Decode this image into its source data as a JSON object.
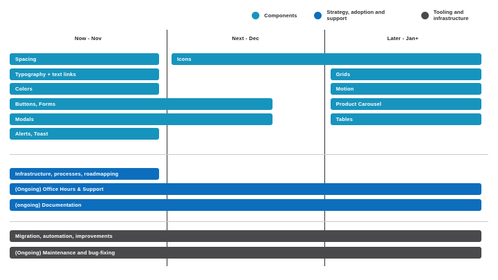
{
  "legend": {
    "items": [
      {
        "label": "Components",
        "color": "#1794be"
      },
      {
        "label": "Strategy, adoption and support",
        "color": "#0d6ebd"
      },
      {
        "label": "Tooling and infrastructure",
        "color": "#4a4a4d"
      }
    ]
  },
  "columns": [
    {
      "label": "Now - Nov"
    },
    {
      "label": "Next - Dec"
    },
    {
      "label": "Later - Jan+"
    }
  ],
  "chart_data": {
    "type": "bar",
    "subtype": "gantt-roadmap",
    "title": "",
    "x_axis": {
      "columns": [
        "Now - Nov",
        "Next - Dec",
        "Later - Jan+"
      ],
      "range": [
        0,
        3
      ]
    },
    "legend_position": "top",
    "grid": "column-dividers",
    "groups": [
      {
        "name": "Components",
        "color": "#1794be",
        "bars": [
          {
            "label": "Spacing",
            "row": 0,
            "start": 0,
            "end": 0.95
          },
          {
            "label": "Icons",
            "row": 0,
            "start": 1.03,
            "end": 3
          },
          {
            "label": "Typography + text links",
            "row": 1,
            "start": 0,
            "end": 0.95
          },
          {
            "label": "Grids",
            "row": 1,
            "start": 2.04,
            "end": 3
          },
          {
            "label": "Colors",
            "row": 2,
            "start": 0,
            "end": 0.95
          },
          {
            "label": "Motion",
            "row": 2,
            "start": 2.04,
            "end": 3
          },
          {
            "label": "Buttons, Forms",
            "row": 3,
            "start": 0,
            "end": 1.67
          },
          {
            "label": "Product Carousel",
            "row": 3,
            "start": 2.04,
            "end": 3
          },
          {
            "label": "Modals",
            "row": 4,
            "start": 0,
            "end": 1.67
          },
          {
            "label": "Tables",
            "row": 4,
            "start": 2.04,
            "end": 3
          },
          {
            "label": "Alerts, Toast",
            "row": 5,
            "start": 0,
            "end": 0.95
          }
        ]
      },
      {
        "name": "Strategy, adoption and support",
        "color": "#0d6ebd",
        "bars": [
          {
            "label": "Infrastructure, processes, roadmapping",
            "row": 6,
            "start": 0,
            "end": 0.95
          },
          {
            "label": "(Ongoing) Office Hours & Support",
            "row": 7,
            "start": 0,
            "end": 3
          },
          {
            "label": "(ongoing) Documentation",
            "row": 8,
            "start": 0,
            "end": 3
          }
        ]
      },
      {
        "name": "Tooling and infrastructure",
        "color": "#4a4a4d",
        "bars": [
          {
            "label": "Migration, automation, improvements",
            "row": 9,
            "start": 0,
            "end": 3
          },
          {
            "label": "(Ongoing) Maintenance and bug-fixing",
            "row": 10,
            "start": 0,
            "end": 3
          }
        ]
      }
    ]
  }
}
